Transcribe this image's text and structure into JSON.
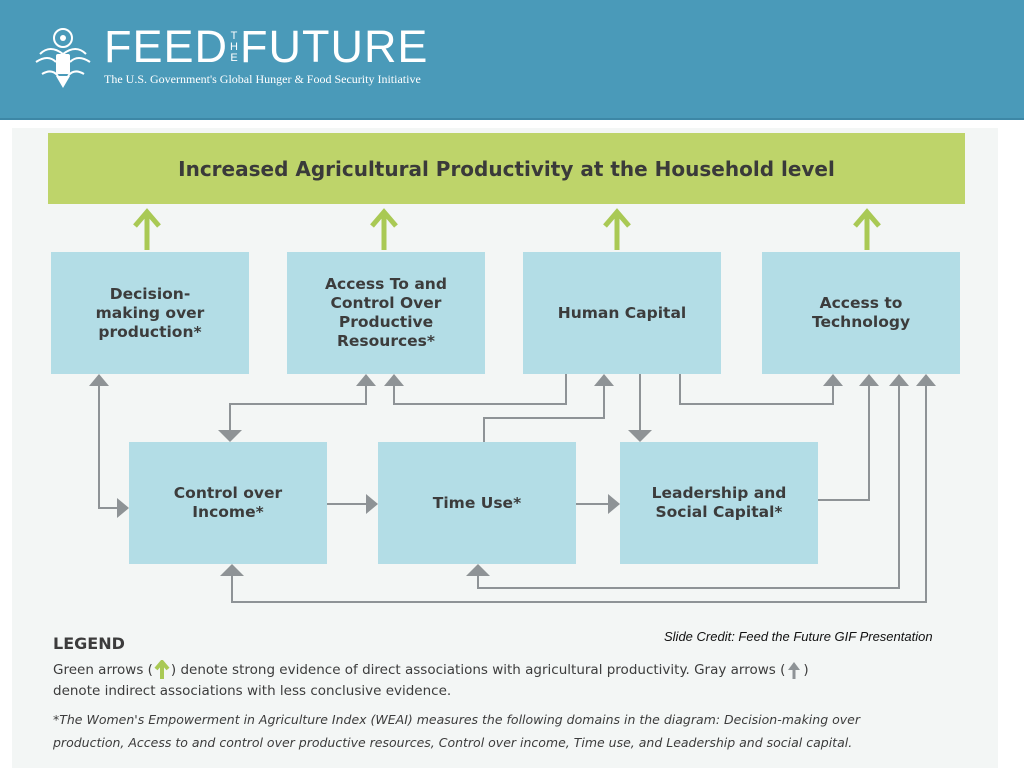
{
  "header": {
    "brand_left": "FEED",
    "brand_the": [
      "T",
      "H",
      "E"
    ],
    "brand_right": "FUTURE",
    "tagline": "The U.S. Government's Global Hunger & Food Security Initiative",
    "seal_icon": "great-seal-icon",
    "background_color": "#4a9ab9"
  },
  "diagram": {
    "outcome": "Increased Agricultural Productivity at the Household level",
    "domains": {
      "decision_making": "Decision-\nmaking over\nproduction*",
      "access_resources": "Access To and\nControl Over\nProductive\nResources*",
      "human_capital": "Human Capital",
      "access_technology": "Access to\nTechnology",
      "control_income": "Control over\nIncome*",
      "time_use": "Time Use*",
      "leadership": "Leadership and\nSocial Capital*"
    },
    "colors": {
      "outcome_fill": "#bed46a",
      "box_fill": "#b3dde6",
      "strong_arrow": "#a9c954",
      "indirect_arrow": "#8e9396"
    }
  },
  "legend": {
    "title": "LEGEND",
    "line1_before": "Green arrows (",
    "line1_middle": ") denote strong evidence of direct associations with agricultural productivity. Gray arrows (",
    "line1_after": ")",
    "line2": "denote indirect associations with less conclusive evidence.",
    "footnote1": "*The Women's Empowerment in Agriculture Index (WEAI) measures the following domains in the diagram: Decision-making over",
    "footnote2": "production, Access to and control over productive resources, Control over income, Time use, and Leadership and social capital."
  },
  "slide_credit": "Slide Credit: Feed the Future GIF Presentation"
}
